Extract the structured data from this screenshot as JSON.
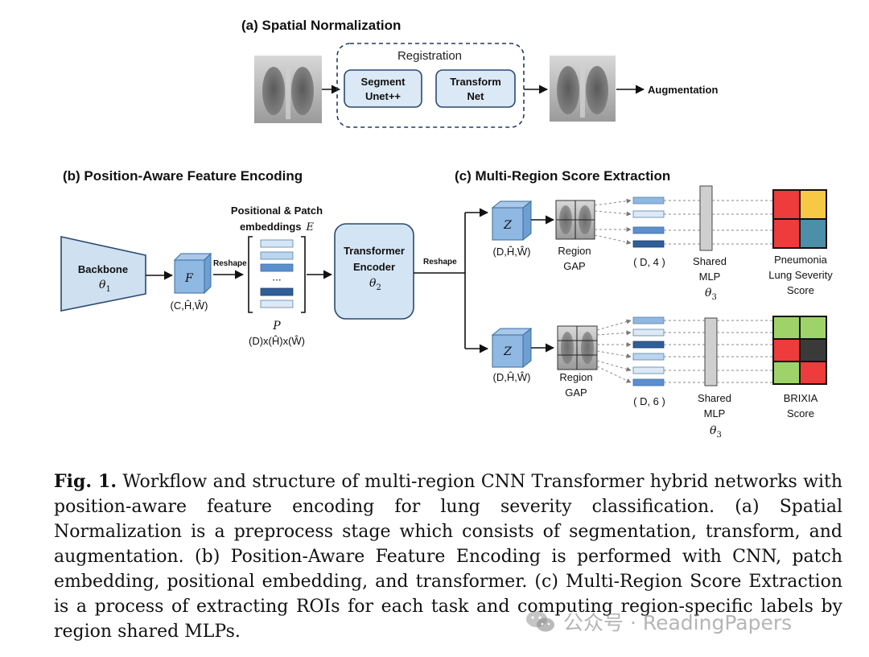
{
  "panel_a": {
    "title": "(a) Spatial Normalization",
    "registration_label": "Registration",
    "segment_box": [
      "Segment",
      "Unet++"
    ],
    "transform_box": [
      "Transform",
      "Net"
    ],
    "augmentation_label": "Augmentation"
  },
  "panel_b": {
    "title": "(b) Position-Aware Feature Encoding",
    "backbone_label": "Backbone",
    "backbone_param": "θ",
    "backbone_param_sub": "1",
    "feature_symbol": "F",
    "feature_dims": "(C,Ĥ,Ŵ)",
    "reshape_label": "Reshape",
    "embeddings_title_line1": "Positional & Patch",
    "embeddings_title_line2": "embeddings",
    "embeddings_symbol": "E",
    "ellipsis": "···",
    "patch_symbol": "P",
    "patch_dims": "(D)x(Ĥ)x(Ŵ)",
    "encoder_label": [
      "Transformer",
      "Encoder"
    ],
    "encoder_param": "θ",
    "encoder_param_sub": "2"
  },
  "panel_c": {
    "title": "(c) Multi-Region Score Extraction",
    "reshape_label": "Reshape",
    "top": {
      "z_symbol": "Z",
      "z_dims": "(D,Ĥ,Ŵ)",
      "gap_label": [
        "Region",
        "GAP"
      ],
      "vec_dims": "( D, 4 )",
      "mlp_label": [
        "Shared",
        "MLP"
      ],
      "mlp_param": "θ",
      "mlp_param_sub": "3",
      "score_label": [
        "Pneumonia",
        "Lung Severity",
        "Score"
      ],
      "grid_colors": [
        "#ee3b3b",
        "#f7c843",
        "#ee3b3b",
        "#4d8ea8"
      ]
    },
    "bottom": {
      "z_symbol": "Z",
      "z_dims": "(D,Ĥ,Ŵ)",
      "gap_label": [
        "Region",
        "GAP"
      ],
      "vec_dims": "( D, 6 )",
      "mlp_label": [
        "Shared",
        "MLP"
      ],
      "mlp_param": "θ",
      "mlp_param_sub": "3",
      "score_label": [
        "BRIXIA",
        "Score"
      ],
      "grid_colors": [
        "#9ed36a",
        "#9ed36a",
        "#ee3b3b",
        "#3a3a3a",
        "#9ed36a",
        "#ee3b3b"
      ]
    }
  },
  "caption": {
    "label": "Fig. 1.",
    "text": "Workflow and structure of multi-region CNN Transformer hybrid networks with position-aware feature encoding for lung severity classification. (a) Spatial Normalization is a preprocess stage which consists of segmentation, transform, and augmentation. (b) Position-Aware Feature Encoding is performed with CNN, patch embedding, positional embedding, and transformer. (c) Multi-Region Score Extraction is a process of extracting ROIs for each task and computing region-specific labels by region shared MLPs."
  },
  "watermark": {
    "text": "公众号 · ReadingPapers"
  }
}
